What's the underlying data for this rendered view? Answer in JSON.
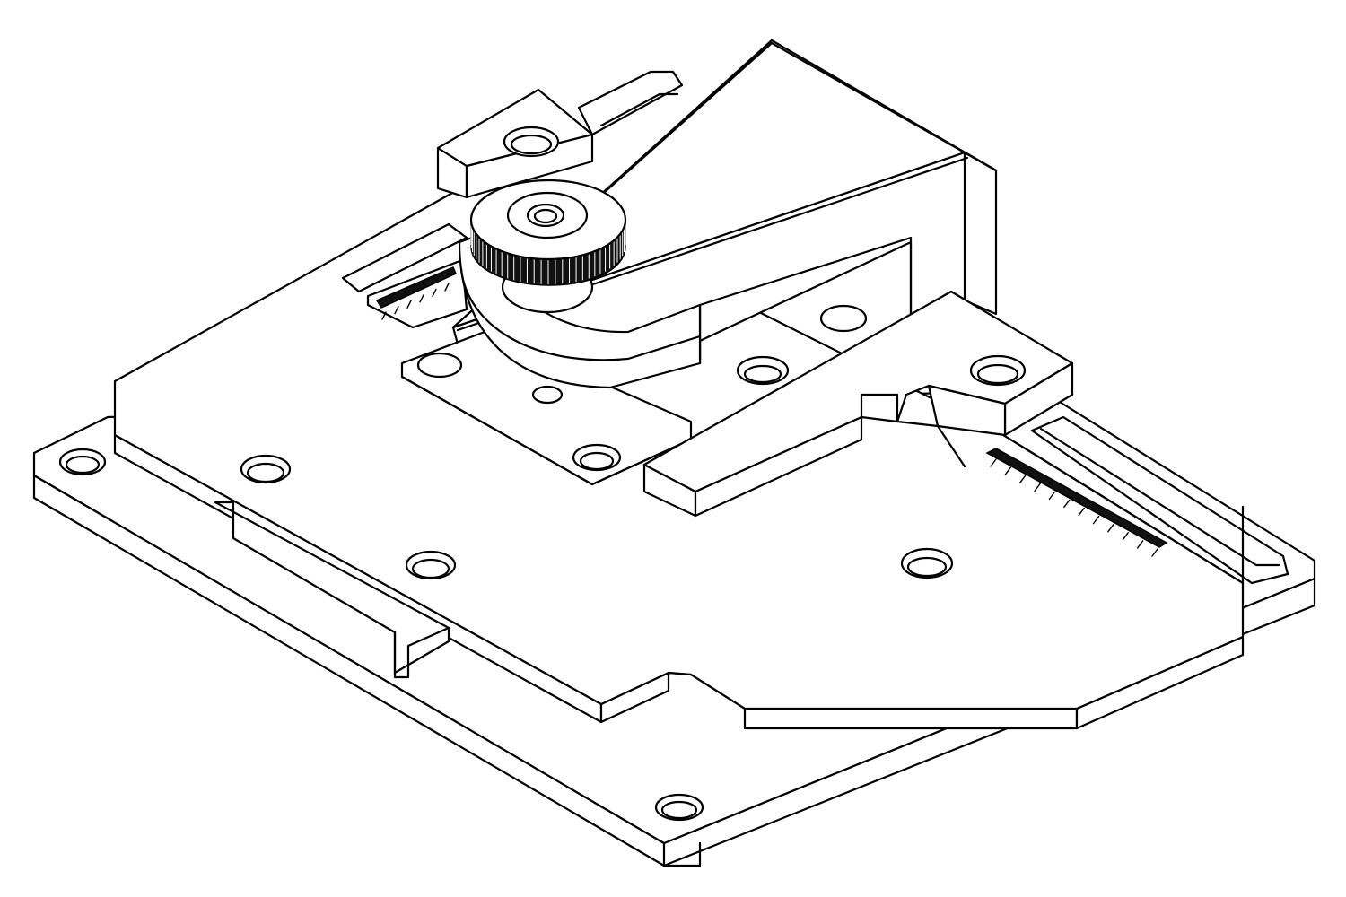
{
  "drawing": {
    "subject": "",
    "colors": {
      "line": "#000000",
      "background": "#ffffff"
    },
    "parts": [
      "base-plate",
      "slide-plate",
      "rear-carriage",
      "upper-clamp-block",
      "knurled-knob",
      "clamp-plate",
      "right-bracket",
      "left-scale",
      "right-scale"
    ],
    "scales": {
      "left": {
        "tick_count": 6
      },
      "right": {
        "tick_count": 12
      }
    }
  }
}
